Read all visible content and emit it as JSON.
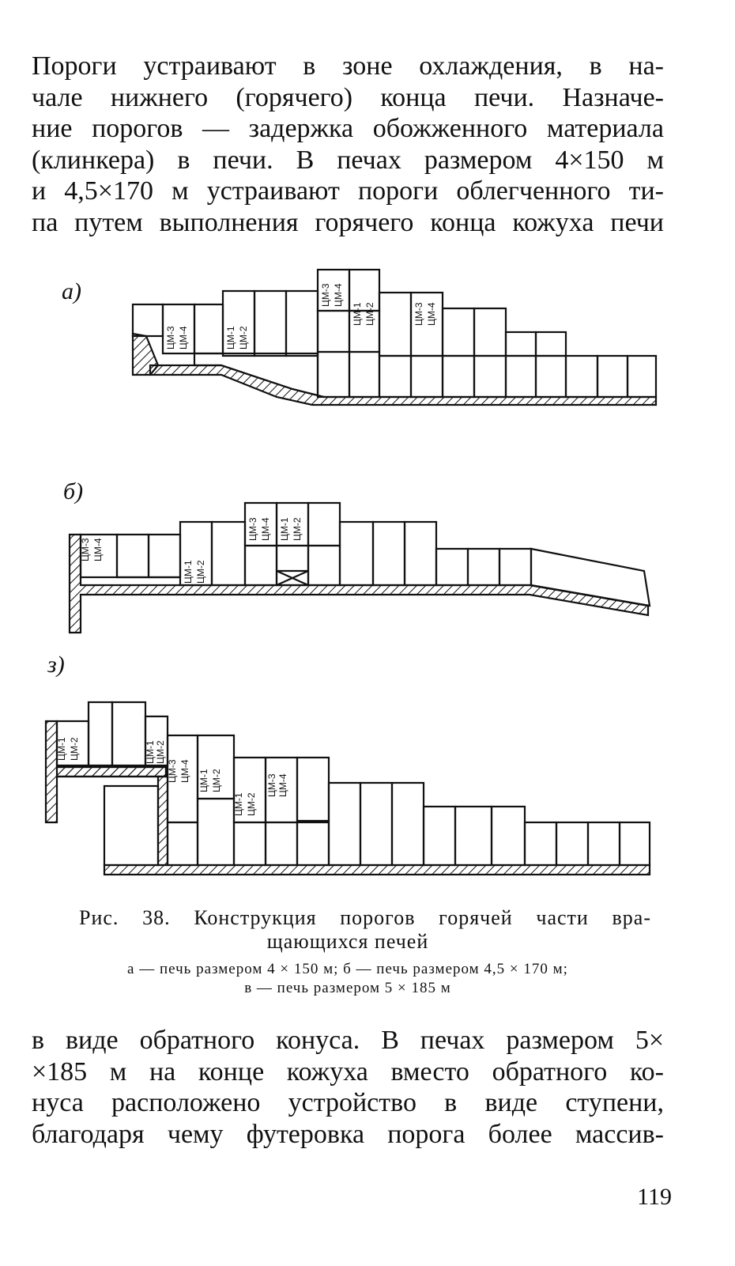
{
  "text_top": {
    "lines": [
      "Пороги устраивают в зоне охлаждения, в на-",
      "чале нижнего (горячего) конца печи. Назначе-",
      "ние порогов — задержка обожженного материала",
      "(клинкера) в печи. В печах размером 4×150 м",
      "и 4,5×170 м устраивают пороги облегченного ти-",
      "па путем выполнения горячего конца кожуха печи"
    ]
  },
  "figures": {
    "a": {
      "label": "а)",
      "cell_labels": [
        [
          "ЦМ-3",
          "ЦМ-4"
        ],
        [
          "ЦМ-1",
          "ЦМ-2"
        ],
        [
          "ЦМ-3",
          "ЦМ-4"
        ],
        [
          "ЦМ-1",
          "ЦМ-2"
        ],
        [
          "ЦМ-3",
          "ЦМ-4"
        ]
      ]
    },
    "b": {
      "label": "б)",
      "cell_labels": [
        [
          "ЦМ-3",
          "ЦМ-4"
        ],
        [
          "ЦМ-1",
          "ЦМ-2"
        ],
        [
          "ЦМ-3",
          "ЦМ-4"
        ],
        [
          "ЦМ-1",
          "ЦМ-2"
        ]
      ]
    },
    "c": {
      "label": "з)",
      "cell_labels": [
        [
          "ЦМ-1",
          "ЦМ-2"
        ],
        [
          "ЦМ-1",
          "ЦМ-2"
        ],
        [
          "ЦМ-3",
          "ЦМ-4"
        ],
        [
          "ЦМ-1",
          "ЦМ-2"
        ],
        [
          "ЦМ-1",
          "ЦМ-2"
        ],
        [
          "ЦМ-3",
          "ЦМ-4"
        ]
      ]
    }
  },
  "caption": {
    "title_line1": "Рис. 38. Конструкция порогов горячей части вра-",
    "title_line2": "щающихся печей",
    "legend_line1": "а — печь размером 4 × 150 м; б — печь размером 4,5 × 170 м;",
    "legend_line2": "в — печь размером 5 × 185 м"
  },
  "text_bottom": {
    "lines": [
      "в виде обратного конуса. В печах размером 5×",
      "×185 м на конце кожуха вместо обратного ко-",
      "нуса расположено устройство в виде ступени,",
      "благодаря чему футеровка порога более массив-"
    ]
  },
  "page_number": "119"
}
